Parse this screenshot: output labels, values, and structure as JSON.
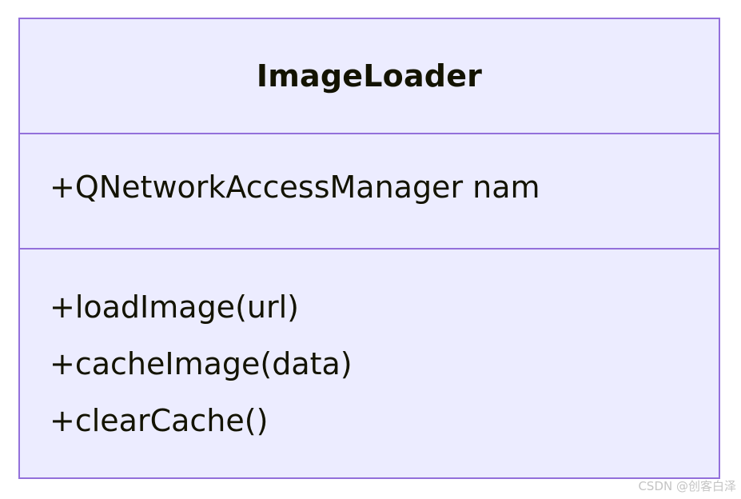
{
  "class": {
    "name": "ImageLoader",
    "attributes": [
      "+QNetworkAccessManager nam"
    ],
    "methods": [
      "+loadImage(url)",
      "+cacheImage(data)",
      "+clearCache()"
    ]
  },
  "colors": {
    "box_fill": "#ececff",
    "box_border": "#9370db",
    "text": "#131300"
  },
  "watermark": "CSDN @创客白泽"
}
